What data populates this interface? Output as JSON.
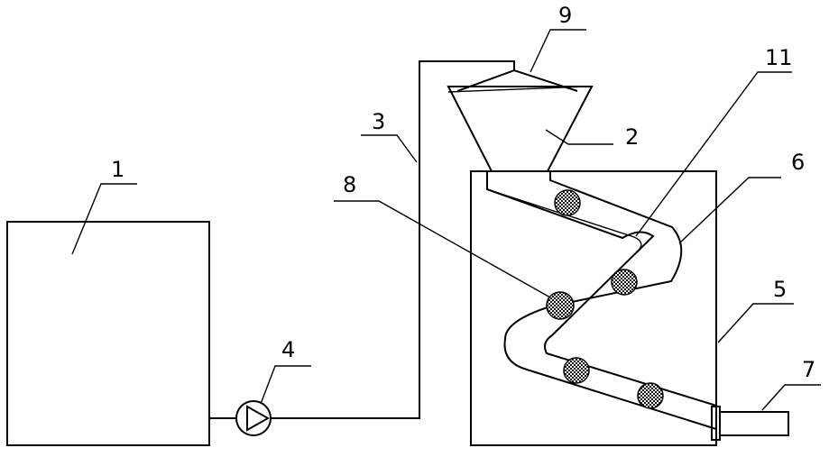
{
  "labels": {
    "n1": "1",
    "n2": "2",
    "n3": "3",
    "n4": "4",
    "n5": "5",
    "n6": "6",
    "n7": "7",
    "n8": "8",
    "n9": "9",
    "n11": "11"
  }
}
